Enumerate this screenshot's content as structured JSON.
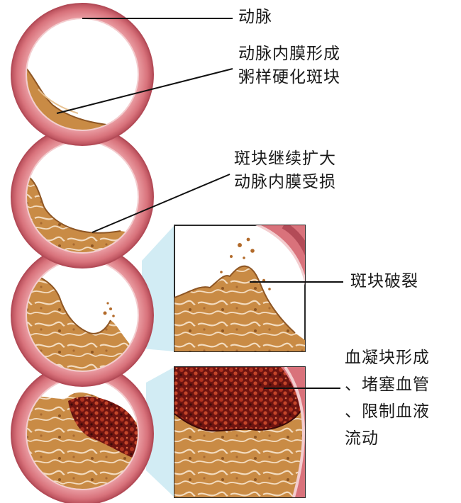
{
  "labels": {
    "artery": "动脉",
    "stage1": [
      "动脉内膜形成",
      "粥样硬化斑块"
    ],
    "stage2": [
      "斑块继续扩大",
      "动脉内膜受损"
    ],
    "stage3": "斑块破裂",
    "stage4": [
      "血凝块形成",
      "、堵塞血管",
      "、限制血液",
      "流动"
    ]
  },
  "colors": {
    "wall_outer": "#d56a73",
    "wall_inner": "#ec9aa0",
    "intima": "#f4d0d0",
    "plaque": "#c88a44",
    "plaque_dark": "#8e5624",
    "clot": "#8e1e16",
    "zoom_bg": "#d8eef5",
    "line": "#111111"
  }
}
